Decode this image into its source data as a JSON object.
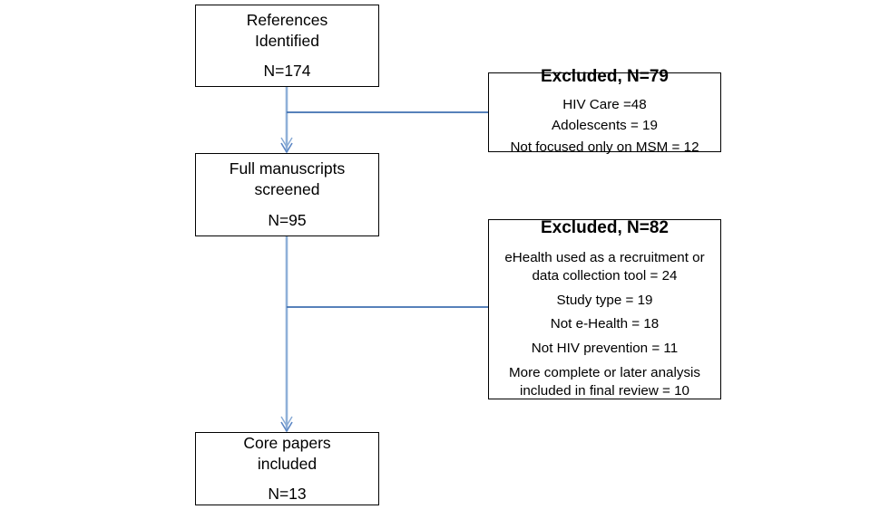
{
  "diagram": {
    "type": "prisma-flow-diagram",
    "line_color": "#4a7ebb",
    "box_border_color": "#000000",
    "background": "#ffffff",
    "nodes": [
      {
        "id": "references-identified",
        "line1": "References",
        "line2": "Identified",
        "count": "N=174"
      },
      {
        "id": "full-manuscripts-screened",
        "line1": "Full manuscripts",
        "line2": "screened",
        "count": "N=95"
      },
      {
        "id": "core-papers-included",
        "line1": "Core papers",
        "line2": "included",
        "count": "N=13"
      }
    ],
    "excluded": [
      {
        "id": "excluded-79",
        "title": "Excluded, N=79",
        "total": 79,
        "reasons": [
          {
            "label": "HIV Care =48",
            "value": 48
          },
          {
            "label": "Adolescents = 19",
            "value": 19
          },
          {
            "label": "Not focused only on MSM = 12",
            "value": 12
          }
        ]
      },
      {
        "id": "excluded-82",
        "title": "Excluded, N=82",
        "total": 82,
        "reasons": [
          {
            "label": "eHealth used as a recruitment or data collection tool = 24",
            "value": 24
          },
          {
            "label": "Study type = 19",
            "value": 19
          },
          {
            "label": "Not e-Health = 18",
            "value": 18
          },
          {
            "label": "Not HIV prevention = 11",
            "value": 11
          },
          {
            "label": "More complete or later analysis included in final review = 10",
            "value": 10
          }
        ]
      }
    ]
  }
}
